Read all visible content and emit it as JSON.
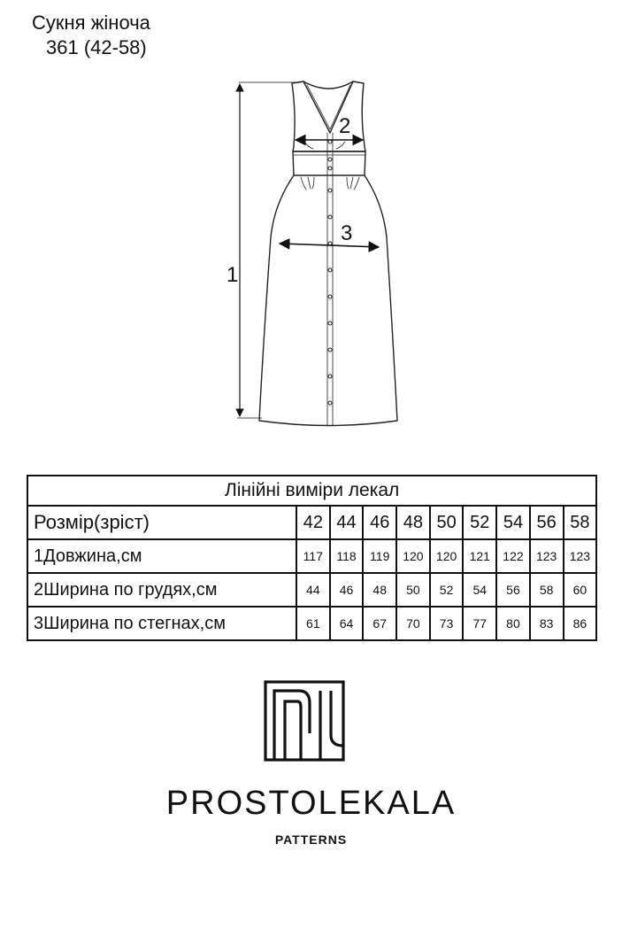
{
  "header": {
    "title_line1": "Сукня жіноча",
    "title_line2": "361 (42-58)"
  },
  "sketch": {
    "labels": {
      "length": "1",
      "bust": "2",
      "hip": "3"
    }
  },
  "table": {
    "caption": "Лінійні виміри лекал",
    "size_header": "Розмір(зріст)",
    "sizes": [
      "42",
      "44",
      "46",
      "48",
      "50",
      "52",
      "54",
      "56",
      "58"
    ],
    "rows": [
      {
        "label": "1Довжина,см",
        "values": [
          "117",
          "118",
          "119",
          "120",
          "120",
          "121",
          "122",
          "123",
          "123"
        ]
      },
      {
        "label": "2Ширина по грудях,см",
        "values": [
          "44",
          "46",
          "48",
          "50",
          "52",
          "54",
          "56",
          "58",
          "60"
        ]
      },
      {
        "label": "3Ширина по стегнах,см",
        "values": [
          "61",
          "64",
          "67",
          "70",
          "73",
          "77",
          "80",
          "83",
          "86"
        ]
      }
    ]
  },
  "brand": {
    "name": "PROSTOLEKALA",
    "subtitle": "PATTERNS"
  }
}
